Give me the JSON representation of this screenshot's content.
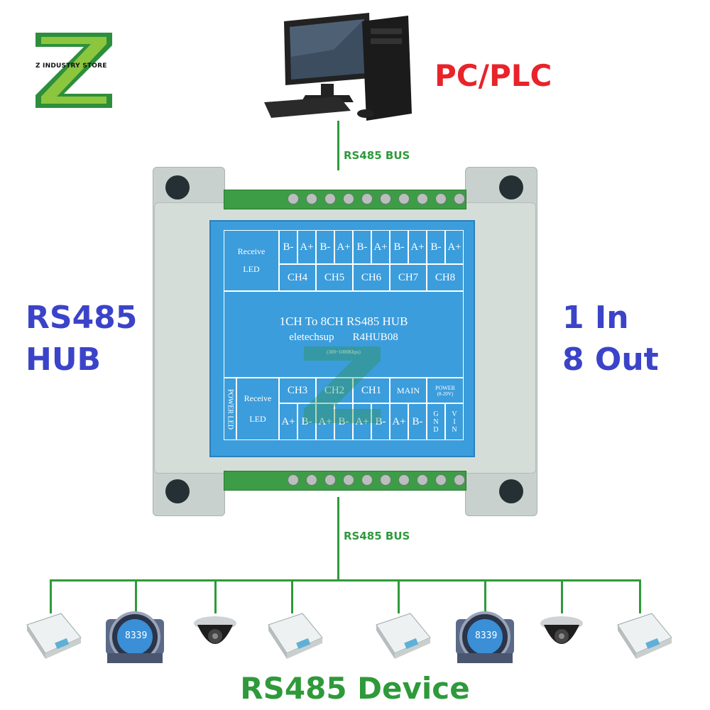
{
  "logo": {
    "text": "Z INDUSTRY STORE"
  },
  "top": {
    "label": "PC/PLC",
    "bus_label": "RS485 BUS"
  },
  "left": {
    "line1": "RS485",
    "line2": "HUB"
  },
  "right": {
    "line1": "1 In",
    "line2": "8 Out"
  },
  "hub": {
    "top_channels": [
      "CH4",
      "CH5",
      "CH6",
      "CH7",
      "CH8"
    ],
    "top_pins": [
      "B-",
      "A+",
      "B-",
      "A+",
      "B-",
      "A+",
      "B-",
      "A+",
      "B-",
      "A+"
    ],
    "receive": "Receive",
    "led": "LED",
    "title": "1CH To 8CH RS485 HUB",
    "brand": "eletechsup",
    "model": "R4HUB08",
    "speed": "(300~1000Kbps)",
    "bottom_channels": [
      "CH3",
      "CH2",
      "CH1",
      "MAIN"
    ],
    "bottom_pins": [
      "A+",
      "B-",
      "A+",
      "B-",
      "A+",
      "B-",
      "A+",
      "B-"
    ],
    "power_led": "POWER LED",
    "power": "POWER",
    "power_range": "(8-20V)",
    "gnd": "GND",
    "vin": "VIN"
  },
  "bottom": {
    "bus_label": "RS485 BUS",
    "title": "RS485 Device"
  },
  "devices": [
    {
      "kind": "scale-icon"
    },
    {
      "kind": "meter-icon",
      "reading": "8339"
    },
    {
      "kind": "camera-icon"
    },
    {
      "kind": "scale-icon"
    },
    {
      "kind": "scale-icon"
    },
    {
      "kind": "meter-icon",
      "reading": "8339"
    },
    {
      "kind": "camera-icon"
    },
    {
      "kind": "scale-icon"
    }
  ],
  "colors": {
    "accent_green": "#2e9a3a",
    "label_blue": "#3b9ddc",
    "text_blue": "#3b43c8",
    "red": "#e8232a"
  }
}
